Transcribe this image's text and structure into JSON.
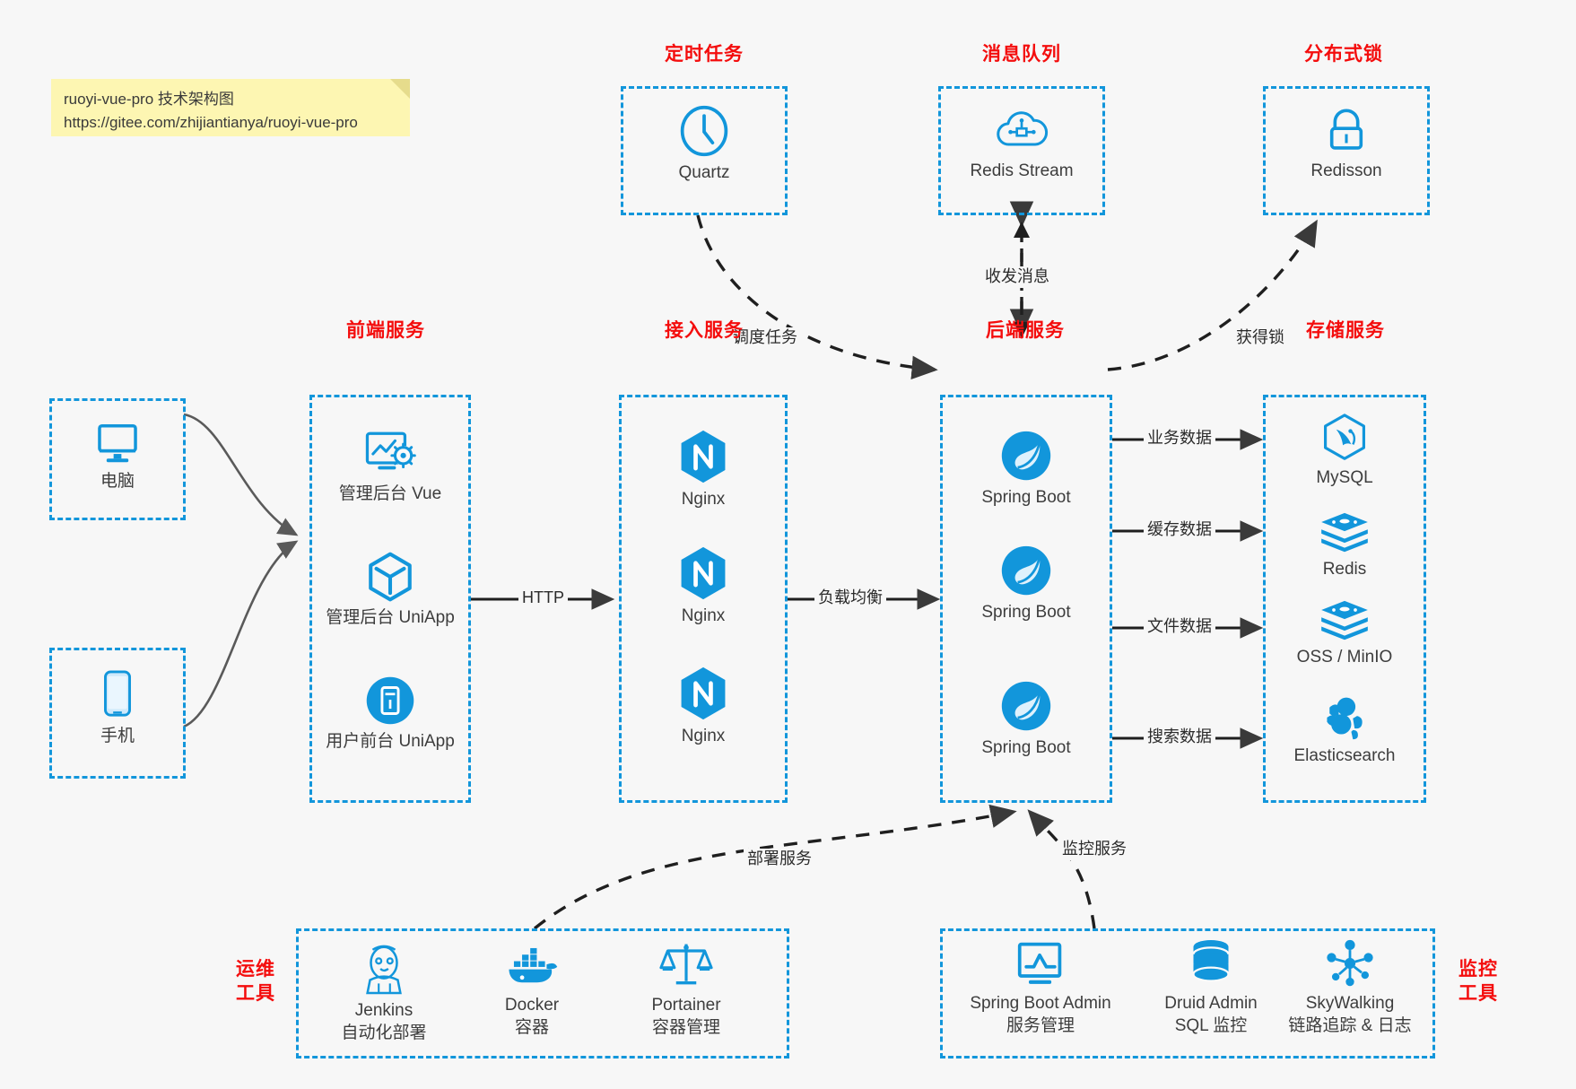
{
  "note": {
    "line1": "ruoyi-vue-pro 技术架构图",
    "line2": "https://gitee.com/zhijiantianya/ruoyi-vue-pro"
  },
  "colors": {
    "accent_blue": "#1296db",
    "group_title_red": "#f40d0d",
    "text": "#3d3d3d",
    "edge_dark": "#2b2b2b",
    "background": "#f7f7f7",
    "note_yellow": "#fdf6b2"
  },
  "groups": {
    "scheduled_task": {
      "title": "定时任务",
      "nodes": [
        {
          "label": "Quartz",
          "icon": "clock-icon"
        }
      ]
    },
    "message_queue": {
      "title": "消息队列",
      "nodes": [
        {
          "label": "Redis Stream",
          "icon": "cloud-stream-icon"
        }
      ]
    },
    "distributed_lock": {
      "title": "分布式锁",
      "nodes": [
        {
          "label": "Redisson",
          "icon": "lock-icon"
        }
      ]
    },
    "clients": {
      "nodes": [
        {
          "label": "电脑",
          "icon": "desktop-icon"
        },
        {
          "label": "手机",
          "icon": "phone-icon"
        }
      ]
    },
    "frontend": {
      "title": "前端服务",
      "nodes": [
        {
          "label": "管理后台 Vue",
          "icon": "dashboard-settings-icon"
        },
        {
          "label": "管理后台 UniApp",
          "icon": "cube-icon"
        },
        {
          "label": "用户前台 UniApp",
          "icon": "mobile-app-icon"
        }
      ]
    },
    "gateway": {
      "title": "接入服务",
      "nodes": [
        {
          "label": "Nginx",
          "icon": "nginx-icon"
        },
        {
          "label": "Nginx",
          "icon": "nginx-icon"
        },
        {
          "label": "Nginx",
          "icon": "nginx-icon"
        }
      ]
    },
    "backend": {
      "title": "后端服务",
      "nodes": [
        {
          "label": "Spring Boot",
          "icon": "spring-boot-icon"
        },
        {
          "label": "Spring Boot",
          "icon": "spring-boot-icon"
        },
        {
          "label": "Spring Boot",
          "icon": "spring-boot-icon"
        }
      ]
    },
    "storage": {
      "title": "存储服务",
      "nodes": [
        {
          "label": "MySQL",
          "icon": "mysql-icon"
        },
        {
          "label": "Redis",
          "icon": "redis-icon"
        },
        {
          "label": "OSS / MinIO",
          "icon": "oss-icon"
        },
        {
          "label": "Elasticsearch",
          "icon": "elasticsearch-icon"
        }
      ]
    },
    "ops_tools": {
      "title_line1": "运维",
      "title_line2": "工具",
      "nodes": [
        {
          "label": "Jenkins",
          "sub": "自动化部署",
          "icon": "jenkins-icon"
        },
        {
          "label": "Docker",
          "sub": "容器",
          "icon": "docker-icon"
        },
        {
          "label": "Portainer",
          "sub": "容器管理",
          "icon": "portainer-scales-icon"
        }
      ]
    },
    "monitor_tools": {
      "title_line1": "监控",
      "title_line2": "工具",
      "nodes": [
        {
          "label": "Spring Boot Admin",
          "sub": "服务管理",
          "icon": "monitor-chart-icon"
        },
        {
          "label": "Druid Admin",
          "sub": "SQL 监控",
          "icon": "database-icon"
        },
        {
          "label": "SkyWalking",
          "sub": "链路追踪 & 日志",
          "icon": "skywalking-icon"
        }
      ]
    }
  },
  "edges": [
    {
      "id": "schedule",
      "label": "调度任务",
      "from": "scheduled_task",
      "to": "backend",
      "style": "dashed"
    },
    {
      "id": "message",
      "label": "收发消息",
      "from": "message_queue",
      "to": "backend",
      "style": "dashed-bidirectional"
    },
    {
      "id": "lock",
      "label": "获得锁",
      "from": "backend",
      "to": "distributed_lock",
      "style": "dashed"
    },
    {
      "id": "http",
      "label": "HTTP",
      "from": "frontend",
      "to": "gateway",
      "style": "solid"
    },
    {
      "id": "balance",
      "label": "负载均衡",
      "from": "gateway",
      "to": "backend",
      "style": "solid"
    },
    {
      "id": "biz-data",
      "label": "业务数据",
      "from": "backend",
      "to": "mysql",
      "style": "solid"
    },
    {
      "id": "cache-data",
      "label": "缓存数据",
      "from": "backend",
      "to": "redis",
      "style": "solid"
    },
    {
      "id": "file-data",
      "label": "文件数据",
      "from": "backend",
      "to": "oss",
      "style": "solid"
    },
    {
      "id": "search-data",
      "label": "搜索数据",
      "from": "backend",
      "to": "elasticsearch",
      "style": "solid"
    },
    {
      "id": "deploy",
      "label": "部署服务",
      "from": "ops_tools",
      "to": "backend",
      "style": "dashed"
    },
    {
      "id": "monitor",
      "label": "监控服务",
      "from": "monitor_tools",
      "to": "backend",
      "style": "dashed"
    }
  ]
}
